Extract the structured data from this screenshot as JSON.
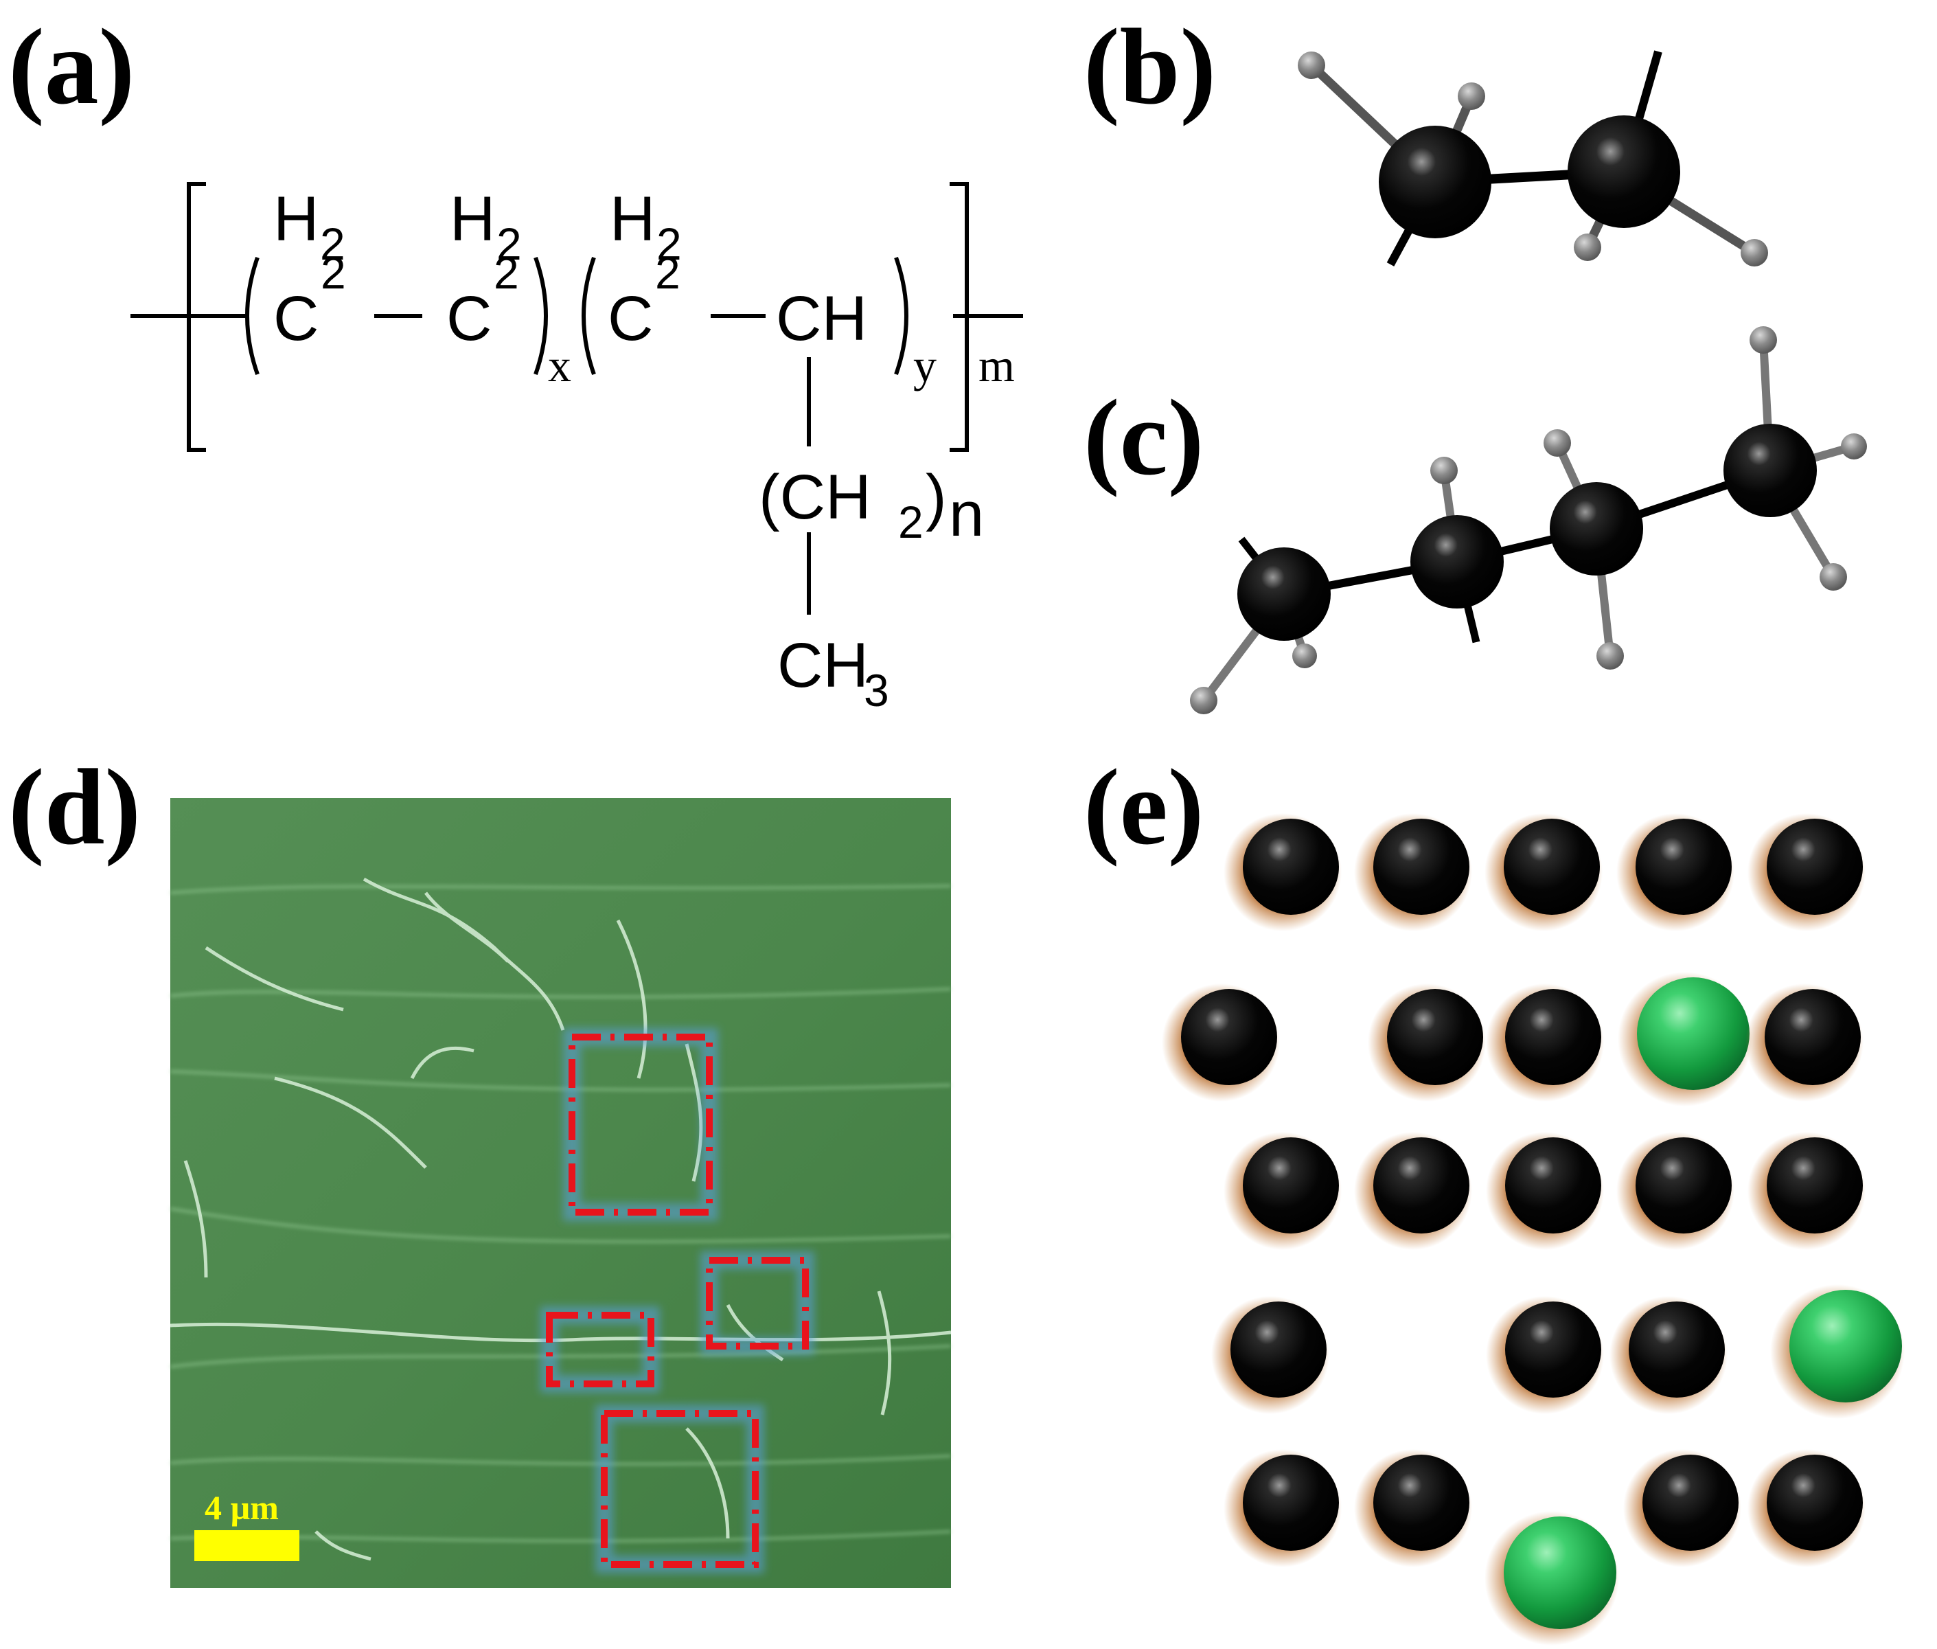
{
  "panel_labels": {
    "a": "(a)",
    "b": "(b)",
    "c": "(c)",
    "d": "(d)",
    "e": "(e)"
  },
  "formula": {
    "h2": "H",
    "two": "2",
    "c": "C",
    "ch": "CH",
    "ch2_paren_open": "(CH",
    "ch2_paren_close": ")",
    "ch3": "CH",
    "three": "3",
    "sub_x": "x",
    "sub_y": "y",
    "sub_m": "m",
    "sub_n": "n"
  },
  "micrograph": {
    "scale_bar_label": "4 µm",
    "background_color": "#4e8a4e",
    "marker_color": "#e8141c",
    "scale_bar_color": "#ffff00"
  },
  "atoms": {
    "carbon_color": "#000000",
    "hydrogen_color": "#8a8a8a",
    "filler_color": "#1fae4f",
    "halo_color": "#c07a3c"
  }
}
